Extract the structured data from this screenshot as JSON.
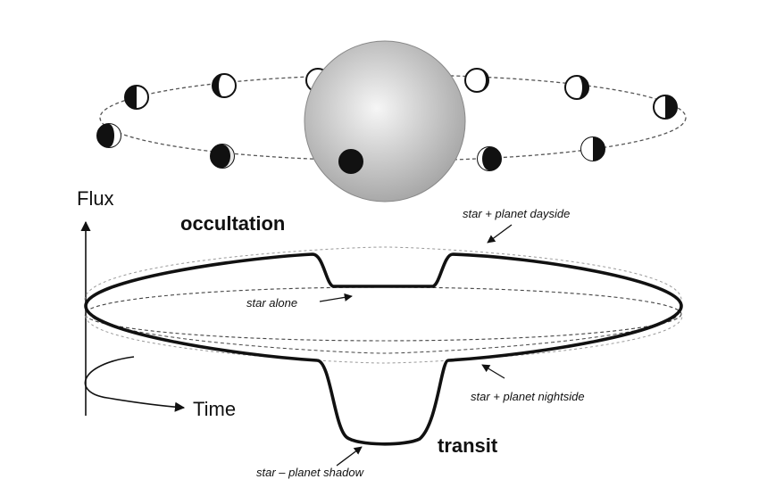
{
  "axes": {
    "y_label": "Flux",
    "x_label": "Time"
  },
  "events": {
    "occultation": "occultation",
    "transit": "transit"
  },
  "annotations": {
    "dayside": "star + planet dayside",
    "alone": "star alone",
    "nightside": "star + planet nightside",
    "shadow": "star – planet shadow"
  },
  "colors": {
    "ink": "#111111",
    "star_light": "#f6f6f6",
    "star_dark": "#a6a6a6",
    "orbit": "#555555",
    "guide": "#9a9a9a"
  },
  "phase_markers": [
    {
      "name": "phase-full-back",
      "lit": "left"
    },
    {
      "name": "phase-gibbous-left",
      "lit": "right"
    },
    {
      "name": "phase-quarter-left",
      "lit": "right"
    },
    {
      "name": "phase-crescent-left",
      "lit": "right"
    },
    {
      "name": "phase-new-front",
      "lit": "none"
    },
    {
      "name": "phase-crescent-right",
      "lit": "left"
    },
    {
      "name": "phase-quarter-right",
      "lit": "left"
    },
    {
      "name": "phase-gibbous-right",
      "lit": "left"
    },
    {
      "name": "phase-near-full-right",
      "lit": "left"
    }
  ]
}
